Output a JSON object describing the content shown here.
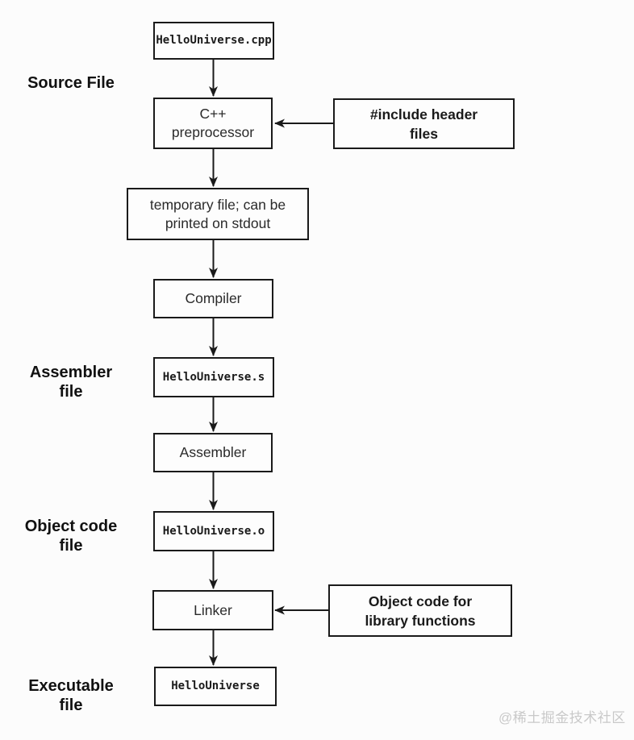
{
  "nodes": {
    "source": {
      "label": "HelloUniverse.cpp"
    },
    "preprocessor": {
      "label": "C++\npreprocessor"
    },
    "include_note": {
      "label": "#include header\nfiles"
    },
    "temp_file": {
      "label": "temporary file; can be\nprinted on stdout"
    },
    "compiler": {
      "label": "Compiler"
    },
    "asm_file": {
      "label": "HelloUniverse.s"
    },
    "assembler": {
      "label": "Assembler"
    },
    "object_file": {
      "label": "HelloUniverse.o"
    },
    "linker": {
      "label": "Linker"
    },
    "objlib_note": {
      "label": "Object code for\nlibrary functions"
    },
    "executable": {
      "label": "HelloUniverse"
    }
  },
  "side_labels": {
    "source_file": "Source File",
    "assembler_file": "Assembler\nfile",
    "object_code_file": "Object code\nfile",
    "executable_file": "Executable\nfile"
  },
  "watermark": "@稀土掘金技术社区",
  "colors": {
    "background": "#fcfcfc",
    "box_border": "#1a1a1a",
    "arrow": "#1a1a1a",
    "watermark_gray": "#c9c9c9"
  }
}
